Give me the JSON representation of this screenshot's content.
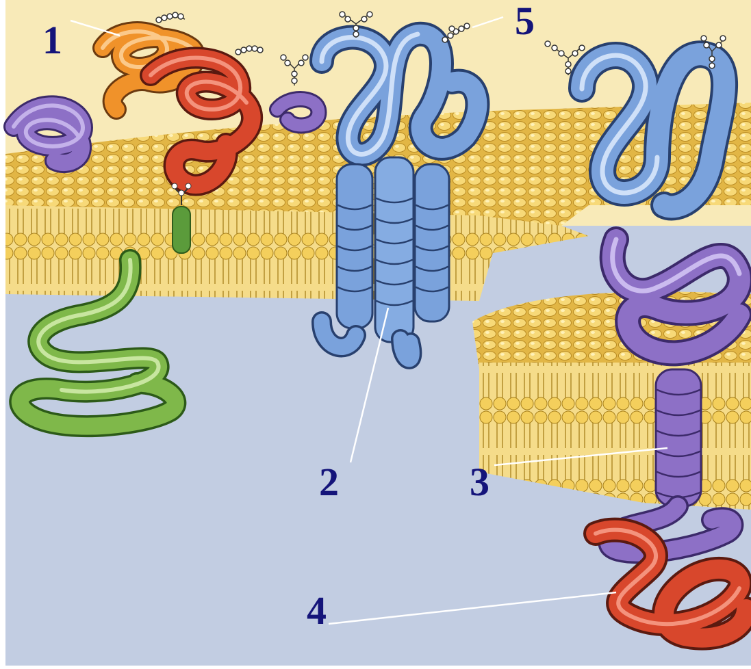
{
  "labels": {
    "one": "1",
    "two": "2",
    "three": "3",
    "four": "4",
    "five": "5"
  },
  "colors": {
    "extracellular": "#f8eab8",
    "cytoplasm": "#c2cde2",
    "lipid_head": "#f2cd60",
    "lipid_tail": "#e4b838",
    "blue_protein": "#7aa2dc",
    "purple_protein": "#8d70c6",
    "red_protein": "#d8472c",
    "orange_protein": "#f0922a",
    "green_protein": "#7fb84a",
    "label_color": "#14147a"
  }
}
